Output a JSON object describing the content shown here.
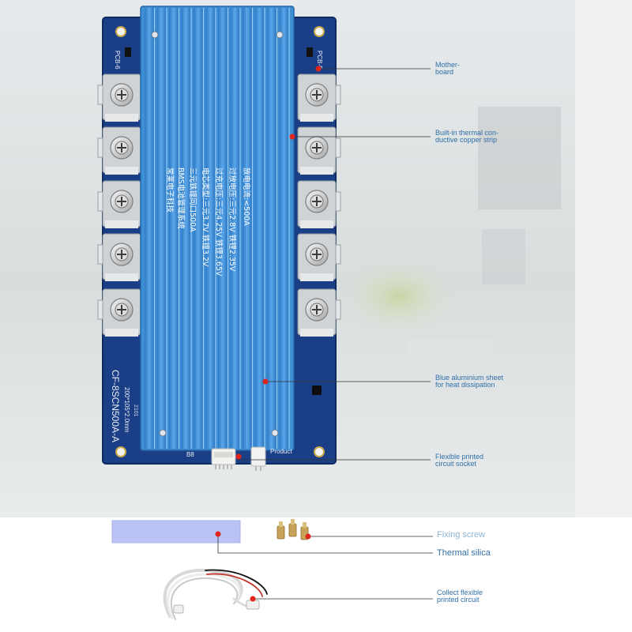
{
  "board": {
    "model": "CF-8SCN500A-A",
    "size": "200*105*2.0mm",
    "code": "2101",
    "pcb_left": "PCB-6",
    "pcb_right": "PCB-5",
    "b8": "B8",
    "product": "Product"
  },
  "heatsink_text": [
    "常莱电子科技",
    "BMS电池管理系统",
    "三元铁锂同口500A",
    "电芯类型:三元3.7V  铁锂3.2V",
    "过充电压:三元4.25V  铁锂3.65V",
    "过放电压:三元2.8V  铁锂2.35V",
    "放电电流:<500A"
  ],
  "callouts": {
    "motherboard": "Mother-\nboard",
    "thermal_strip": "Built-in thermal con-\nductive copper strip",
    "aluminium": "Blue aluminium sheet\nfor heat dissipation",
    "socket": "Flexible printed\ncircuit socket",
    "fixing_screw": "Fixing screw",
    "thermal_silica": "Thermal silica",
    "collect_fpc": "Collect flexible\nprinted circuit"
  },
  "colors": {
    "heatsink": "#3f8fd6",
    "pcb": "#1b3f86",
    "pointer_dot": "#e0261c",
    "label": "#2f6fa8"
  }
}
